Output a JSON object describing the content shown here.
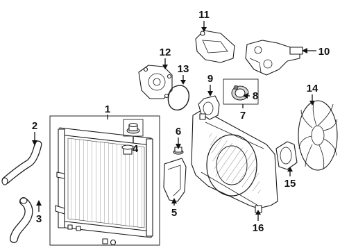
{
  "callouts": [
    {
      "id": "c1",
      "text": "1"
    },
    {
      "id": "c2",
      "text": "2"
    },
    {
      "id": "c3",
      "text": "3"
    },
    {
      "id": "c4",
      "text": "4"
    },
    {
      "id": "c5",
      "text": "5"
    },
    {
      "id": "c6",
      "text": "6"
    },
    {
      "id": "c7",
      "text": "7"
    },
    {
      "id": "c8",
      "text": "8"
    },
    {
      "id": "c9",
      "text": "9"
    },
    {
      "id": "c10",
      "text": "10"
    },
    {
      "id": "c11",
      "text": "11"
    },
    {
      "id": "c12",
      "text": "12"
    },
    {
      "id": "c13",
      "text": "13"
    },
    {
      "id": "c14",
      "text": "14"
    },
    {
      "id": "c15",
      "text": "15"
    },
    {
      "id": "c16",
      "text": "16"
    }
  ]
}
